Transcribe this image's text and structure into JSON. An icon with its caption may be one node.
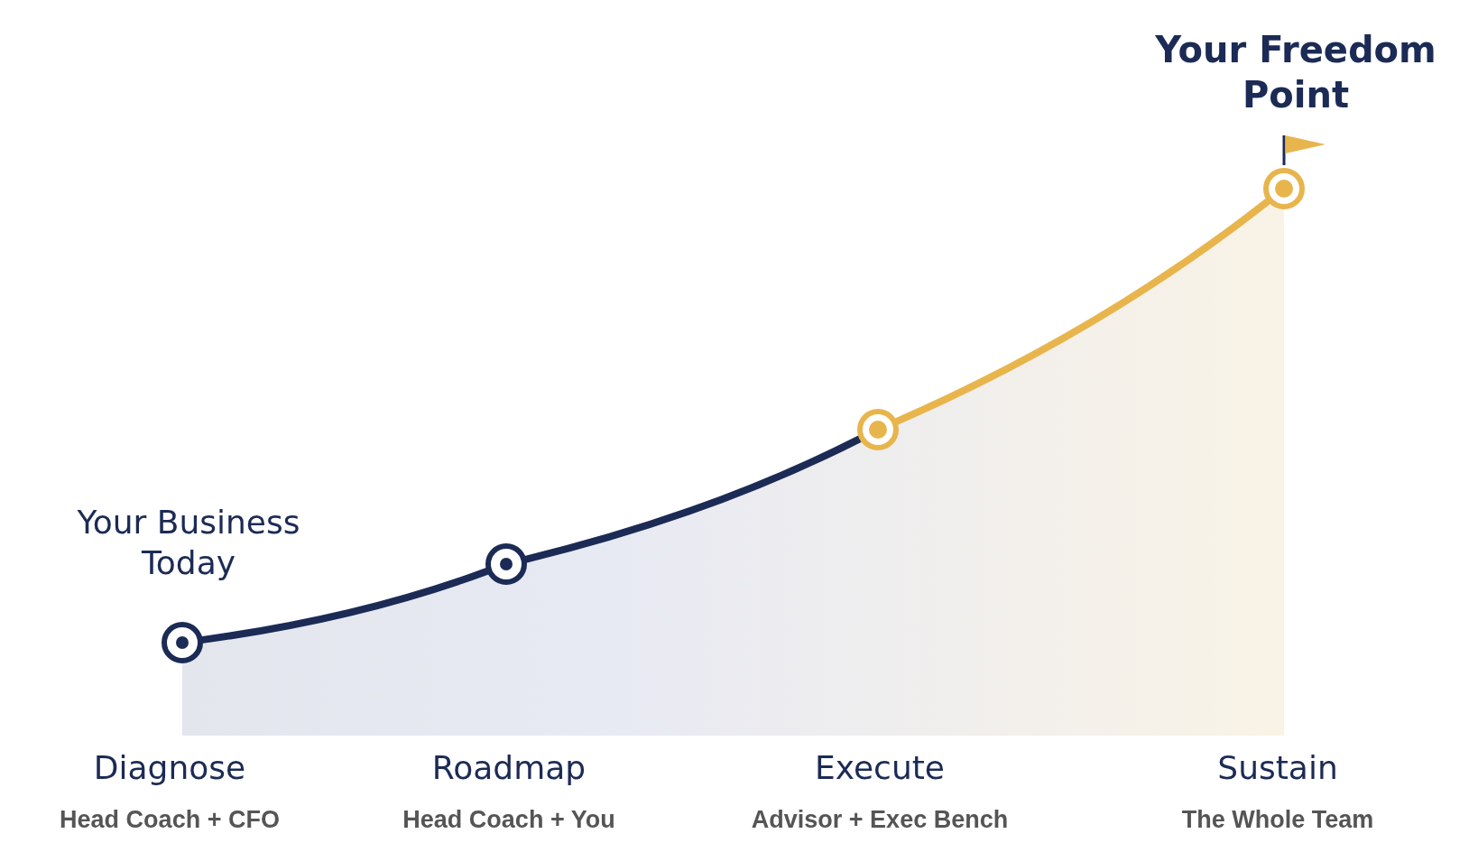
{
  "diagram": {
    "nodes": [
      {
        "text": [],
        "shape": "circle",
        "beside": [
          "Your Business Today"
        ]
      },
      {
        "text": [],
        "shape": "circle"
      },
      {
        "text": [],
        "shape": "circle"
      },
      {
        "text": [],
        "shape": "circle",
        "beside": [
          "Your Freedom Point"
        ]
      }
    ],
    "edges": [
      {
        "from": 0,
        "to": 1,
        "arrow": "none"
      },
      {
        "from": 1,
        "to": 2,
        "arrow": "none"
      },
      {
        "from": 2,
        "to": 3,
        "arrow": "none",
        "color": "#e8b54d"
      }
    ],
    "labels": [
      "Diagnose",
      "Roadmap",
      "Execute",
      "Sustain",
      "Head Coach + CFO",
      "Head Coach + You",
      "Advisor + Exec Bench",
      "The Whole Team"
    ]
  }
}
